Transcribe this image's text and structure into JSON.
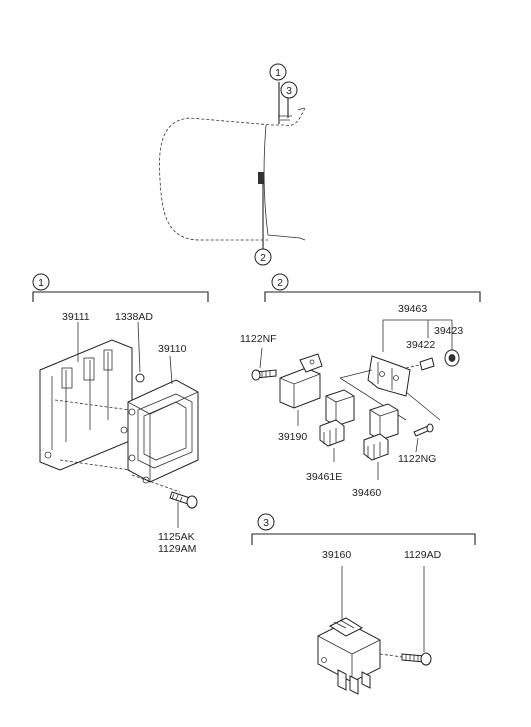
{
  "callouts": {
    "one": "1",
    "two": "2",
    "three": "3"
  },
  "group1": {
    "bracket": "39111",
    "clip": "1338AD",
    "ecu": "39110",
    "bolt_a": "1125AK",
    "bolt_b": "1129AM"
  },
  "group2": {
    "bracket_assy": "39463",
    "part_a": "39423",
    "part_b": "39422",
    "bolt_top": "1122NF",
    "relay_main": "39190",
    "relay_left": "39461E",
    "relay_right": "39460",
    "bolt_right": "1122NG"
  },
  "group3": {
    "unit": "39160",
    "bolt": "1129AD"
  }
}
